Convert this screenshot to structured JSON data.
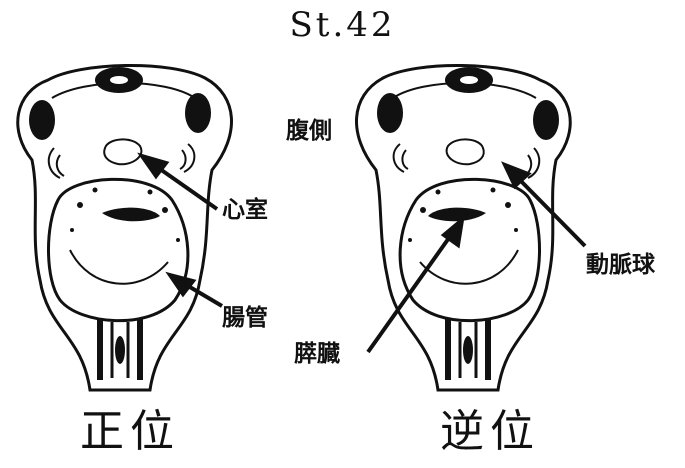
{
  "title": "St.42",
  "labels": {
    "ventral": "腹側",
    "ventricle": "心室",
    "gut": "腸管",
    "bulbus": "動脈球",
    "pancreas": "膵臓"
  },
  "panels": {
    "left": {
      "caption": "正位"
    },
    "right": {
      "caption": "逆位"
    }
  }
}
